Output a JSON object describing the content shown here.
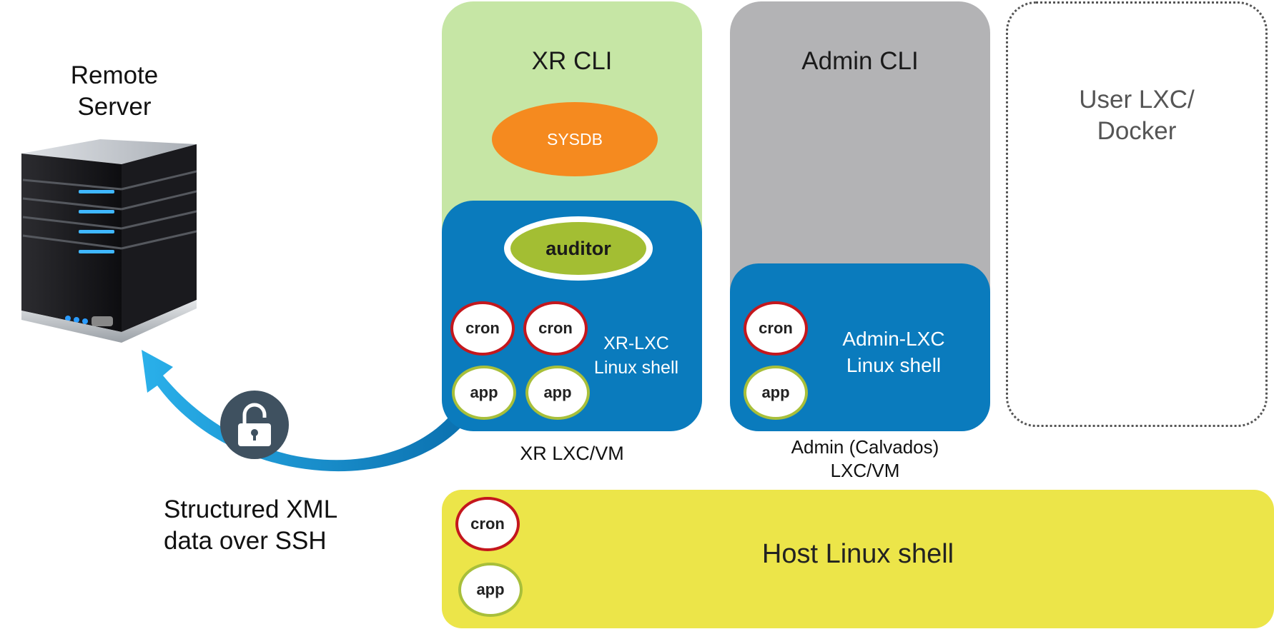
{
  "remote_server": {
    "label": "Remote\nServer",
    "icon": "server-icon"
  },
  "xr": {
    "title": "XR CLI",
    "sysdb": "SYSDB",
    "auditor": "auditor",
    "cron_1": "cron",
    "cron_2": "cron",
    "app_1": "app",
    "app_2": "app",
    "shell_line1": "XR-LXC",
    "shell_line2": "Linux shell",
    "caption": "XR LXC/VM"
  },
  "admin": {
    "title": "Admin CLI",
    "cron": "cron",
    "app": "app",
    "shell_line1": "Admin-LXC",
    "shell_line2": "Linux shell",
    "caption_line1": "Admin (Calvados)",
    "caption_line2": "LXC/VM"
  },
  "user": {
    "line1": "User LXC/",
    "line2": "Docker"
  },
  "host": {
    "cron": "cron",
    "app": "app",
    "label": "Host Linux shell"
  },
  "transport": {
    "label": "Structured XML\ndata over SSH",
    "icon": "lock-icon"
  },
  "colors": {
    "xr_green": "#c6e6a5",
    "admin_gray": "#b3b3b5",
    "lxc_blue": "#0a7bbd",
    "sysdb_orange": "#f58a1f",
    "auditor_green": "#a3be33",
    "cron_red": "#c4171d",
    "app_green": "#a8bf3a",
    "host_yellow": "#ece549",
    "arrow_blue": "#1a9ad6"
  }
}
